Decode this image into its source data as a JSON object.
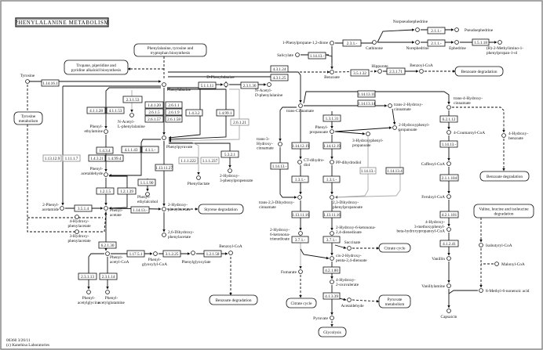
{
  "title": "PHENYLALANINE METABOLISM",
  "footer": [
    "00360 3/26/11",
    "(c) Kanehisa Laboratories"
  ],
  "enzymes": [
    "1.14.16.1",
    "2.3.1.53",
    "1.4.1.20",
    "2.6.1.1",
    "2.6.1.5",
    "2.6.1.9",
    "2.6.1.57",
    "2.6.1.58",
    "4.1.1.28",
    "4.1.1.53",
    "1.4.3.4",
    "1.4.3.21",
    "1.4.99.4",
    "4.1.1.43",
    "4.1.1.-",
    "1.13.12.9",
    "1.11.1.7",
    "1.13.11.27",
    "5.1.1.11",
    "2.3.1.36",
    "1.4.3.2",
    "1.4.99.1",
    "2.6.1.21",
    "1.1.1.222",
    "1.1.1.237",
    "5.3.2.1",
    "4.3.1.24",
    "4.3.1.25",
    "2.3.1.-",
    "1.14.13.-",
    "3.5.1.32",
    "1.14.13.11",
    "1.14.13.14",
    "1.3.1.31",
    "1.14.12.19",
    "1.14.12.19",
    "1.14.13.-",
    "1.3.1.-",
    "1.3.1.-",
    "1.14.13.-",
    "1.14.13.4",
    "2.1.1.-",
    "2.1.1.-",
    "1.5.1.18",
    "2.3.1.71",
    "6.2.1.12",
    "1.14.13.-",
    "2.1.1.104",
    "4.2.1.101",
    "4.1.2.41",
    "1.13.11.16",
    "1.13.11.16",
    "3.7.1.-",
    "3.7.1.-",
    "4.2.1.80",
    "4.1.3.39",
    "1.2.1.5",
    "1.2.1.39",
    "1.1.1.90",
    "3.5.1.4",
    "1.14.13.-",
    "6.2.1.30",
    "1.17.5.1",
    "3.1.2.25",
    "1.2.1.58",
    "2.3.1.13",
    "2.3.1.14"
  ],
  "compounds": [
    {
      "label": [
        "Tyrosine"
      ]
    },
    {
      "label": [
        "Phenylalanine"
      ]
    },
    {
      "label": [
        "N-Acetyl-",
        "L-phenylalanine"
      ]
    },
    {
      "label": [
        "Phenyl-",
        "ethylamine"
      ]
    },
    {
      "label": [
        "Phenylpyruvate"
      ]
    },
    {
      "label": [
        "Phenyl-",
        "acetaldehyde"
      ]
    },
    {
      "label": [
        "Phenyl-",
        "ethylalcohol"
      ]
    },
    {
      "label": [
        "2-Phenyl-",
        "acetamide"
      ]
    },
    {
      "label": [
        "Phenyl-",
        "acetate"
      ]
    },
    {
      "label": [
        "4-Hydroxy-",
        "phenylacetate"
      ]
    },
    {
      "label": [
        "3-Hydroxy-",
        "phenylacetate"
      ]
    },
    {
      "label": [
        "2-Hydroxy-",
        "phenylacetate"
      ]
    },
    {
      "label": [
        "2,6-Dihydroxy-",
        "phenylacetate"
      ]
    },
    {
      "label": [
        "Phenyl-",
        "acetyl-CoA"
      ]
    },
    {
      "label": [
        "Phenyl-",
        "glyoxylyl-CoA"
      ]
    },
    {
      "label": [
        "Phenylglyoxylate"
      ]
    },
    {
      "label": [
        "Benzoyl-CoA"
      ]
    },
    {
      "label": [
        "Phenyl-",
        "acetylglycine"
      ]
    },
    {
      "label": [
        "Phenyl-",
        "acetylglutamine"
      ]
    },
    {
      "label": [
        "Phenyllactate"
      ]
    },
    {
      "label": [
        "2-Hydroxy-",
        "3-phenylpropenoate"
      ]
    },
    {
      "label": [
        "D-Phenylalanine"
      ]
    },
    {
      "label": [
        "N-Acetyl-",
        "D-phenylalanine"
      ]
    },
    {
      "label": [
        "1-Phenylpropane-1,2-dione"
      ]
    },
    {
      "label": [
        "Salicylate"
      ]
    },
    {
      "label": [
        "Benzoate"
      ]
    },
    {
      "label": [
        "trans-Cinnamate"
      ]
    },
    {
      "label": [
        "trans-3-",
        "Hydroxy-",
        "cinnamate"
      ]
    },
    {
      "label": [
        "Phenyl-",
        "propanoate"
      ]
    },
    {
      "label": [
        "3-Hydroxyphenyl-",
        "propanoate"
      ]
    },
    {
      "label": [
        "CT-dihydro-",
        "diol"
      ]
    },
    {
      "label": [
        "PP-dihydrodiol"
      ]
    },
    {
      "label": [
        "trans-2,3-Dihydroxy-",
        "cinnamate"
      ]
    },
    {
      "label": [
        "2,3-Dihydroxy-",
        "phenylpropanoate"
      ]
    },
    {
      "label": [
        "2-Hydroxy-",
        "6-ketonona-",
        "trienedioate"
      ]
    },
    {
      "label": [
        "2-Hydroxy-6-ketonona-",
        "2,4-dienedioate"
      ]
    },
    {
      "label": [
        "Succinate"
      ]
    },
    {
      "label": [
        "cis-2-Hydroxy-",
        "penta-2,4-dienoate"
      ]
    },
    {
      "label": [
        "Fumarate"
      ]
    },
    {
      "label": [
        "4-Hydroxy-",
        "2-oxovalerate"
      ]
    },
    {
      "label": [
        "Acetaldehyde"
      ]
    },
    {
      "label": [
        "Pyruvate"
      ]
    },
    {
      "label": [
        "Norpseudoephedrine"
      ]
    },
    {
      "label": [
        "Pseudoephedrine"
      ]
    },
    {
      "label": [
        "Cathinone"
      ]
    },
    {
      "label": [
        "Norephedrine"
      ]
    },
    {
      "label": [
        "Ephedrine"
      ]
    },
    {
      "label": [
        "(R)-2-Methylimino-1-",
        "phenylpropan-1-ol"
      ]
    },
    {
      "label": [
        "Hippurate"
      ]
    },
    {
      "label": [
        "Benzoyl-CoA"
      ]
    },
    {
      "label": [
        "trans-2-Hydroxy-",
        "cinnamate"
      ]
    },
    {
      "label": [
        "2-Hydroxyphenyl-",
        "propanoate"
      ]
    },
    {
      "label": [
        "trans-4-Hydroxy-",
        "cinnamate"
      ]
    },
    {
      "label": [
        "4-Coumaroyl-CoA"
      ]
    },
    {
      "label": [
        "4-Hydroxy-",
        "benzoate"
      ]
    },
    {
      "label": [
        "Caffeoyl-CoA"
      ]
    },
    {
      "label": [
        "Feruloyl-CoA"
      ]
    },
    {
      "label": [
        "4-Hydroxy-",
        "3-methoxyphenyl-",
        "beta-hydroxypropanoyl-CoA"
      ]
    },
    {
      "label": [
        "Vanillin"
      ]
    },
    {
      "label": [
        "Vanillylamine"
      ]
    },
    {
      "label": [
        "Capsaicin"
      ]
    },
    {
      "label": [
        "Isobutyryl-CoA"
      ]
    },
    {
      "label": [
        "Malonyl-CoA"
      ]
    },
    {
      "label": [
        "8-Methyl-6-nonenoic acid"
      ]
    }
  ],
  "maps": [
    {
      "label": [
        "Phenylalanine, tyrosine and",
        "tryptophan biosynthesis"
      ]
    },
    {
      "label": [
        "Tropane, piperidine and",
        "pyridine alkaloid biosynthesis"
      ]
    },
    {
      "label": [
        "Tyrosine",
        "metabolism"
      ]
    },
    {
      "label": [
        "Styrene degradation"
      ]
    },
    {
      "label": [
        "Benzoate degradation"
      ]
    },
    {
      "label": [
        "Benzoate degradation"
      ]
    },
    {
      "label": [
        "Benzoate degradation"
      ]
    },
    {
      "label": [
        "Valine, leucine and isoleucine",
        "degradation"
      ]
    },
    {
      "label": [
        "Citrate cycle"
      ]
    },
    {
      "label": [
        "Citrate cycle"
      ]
    },
    {
      "label": [
        "Pyruvate",
        "metabolism"
      ]
    },
    {
      "label": [
        "Glycolysis"
      ]
    }
  ]
}
